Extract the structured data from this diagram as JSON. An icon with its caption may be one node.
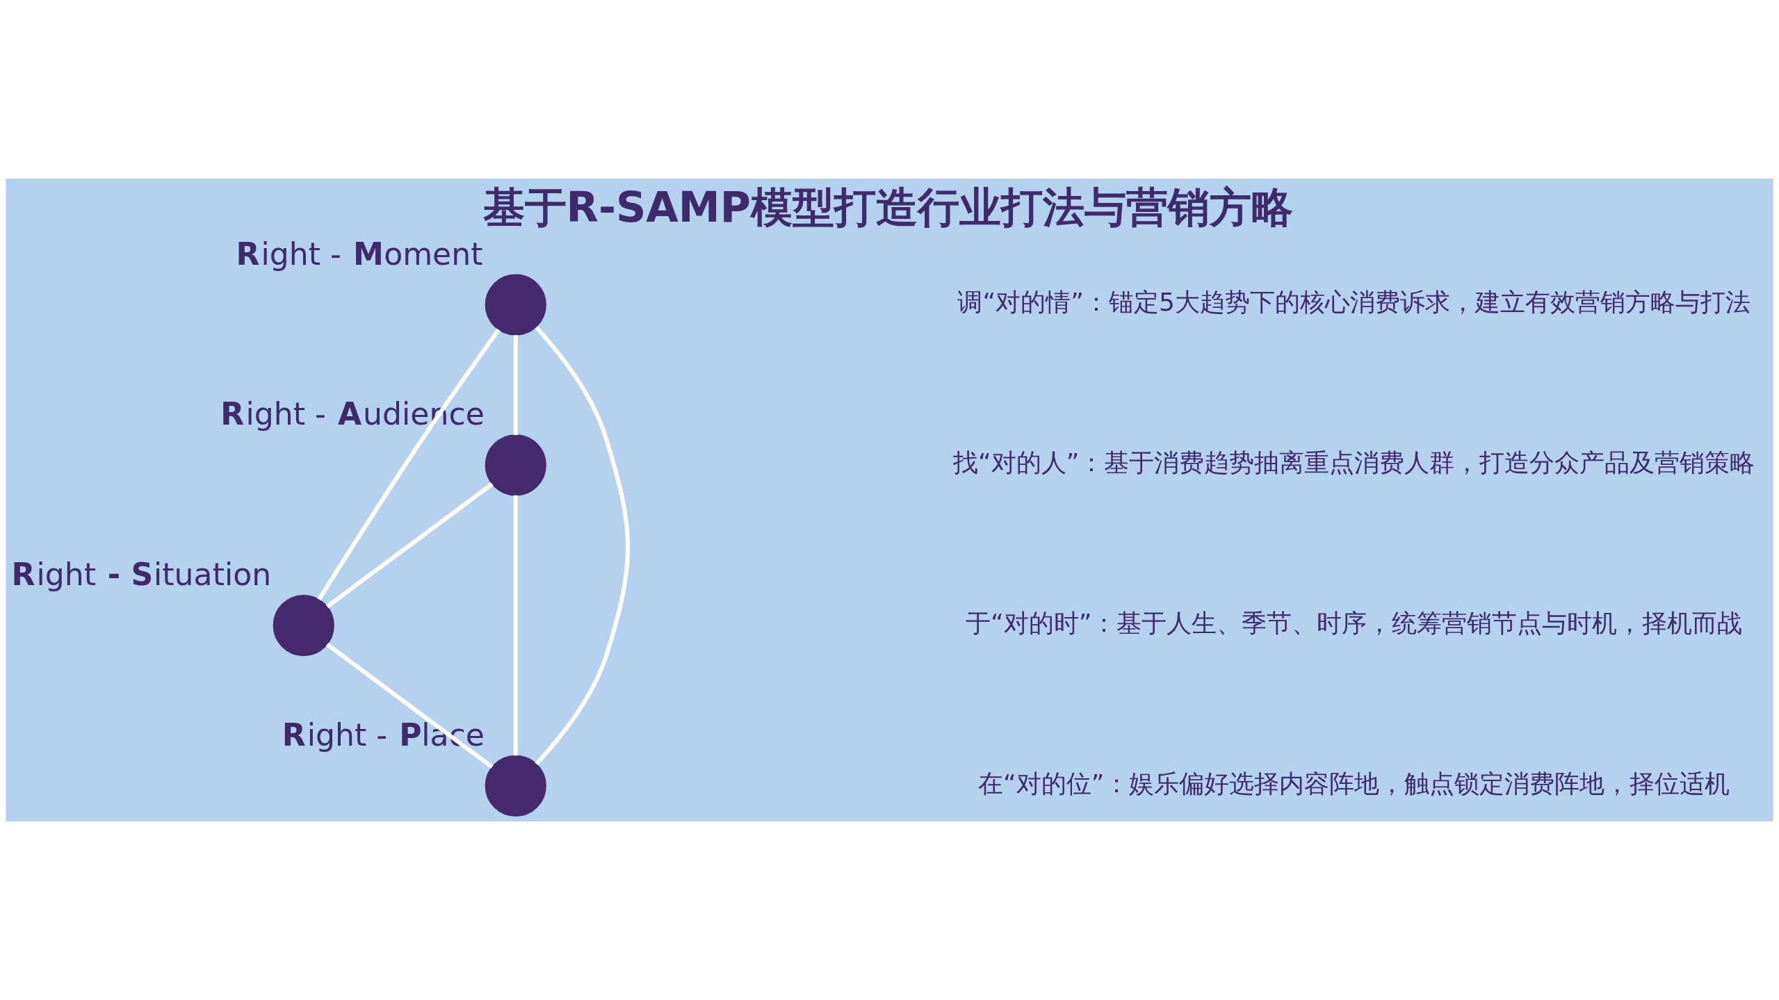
{
  "diagram": {
    "title": "基于R-SAMP模型打造行业打法与营销方略",
    "nodes": [
      {
        "text": [],
        "shape": "circle",
        "beside": [
          "**R**ight - **M**oment"
        ]
      },
      {
        "text": [],
        "shape": "circle",
        "beside": [
          "**R**ight - **A**udience"
        ]
      },
      {
        "text": [],
        "shape": "circle",
        "beside": [
          "**R**ight **- S**ituation"
        ]
      },
      {
        "text": [],
        "shape": "circle",
        "beside": [
          "**R**ight - **P**lace"
        ]
      }
    ],
    "edges": [
      {
        "from": 0,
        "to": 2,
        "arrow": "none"
      },
      {
        "from": 0,
        "to": 1,
        "arrow": "none"
      },
      {
        "from": 0,
        "to": 3,
        "arrow": "none"
      },
      {
        "from": 1,
        "to": 2,
        "arrow": "none"
      },
      {
        "from": 1,
        "to": 3,
        "arrow": "none"
      },
      {
        "from": 2,
        "to": 3,
        "arrow": "none"
      }
    ],
    "labels": [
      "调“对的情”：锚定5大趋势下的核心消费诉求，建立有效营销方略与打法",
      "找“对的人”：基于消费趋势抽离重点消费人群，打造分众产品及营销策略",
      "于“对的时”：基于人生、季节、时序，统筹营销节点与时机，择机而战",
      "在“对的位”：娱乐偏好选择内容阵地，触点锁定消费阵地，择位适机"
    ]
  }
}
